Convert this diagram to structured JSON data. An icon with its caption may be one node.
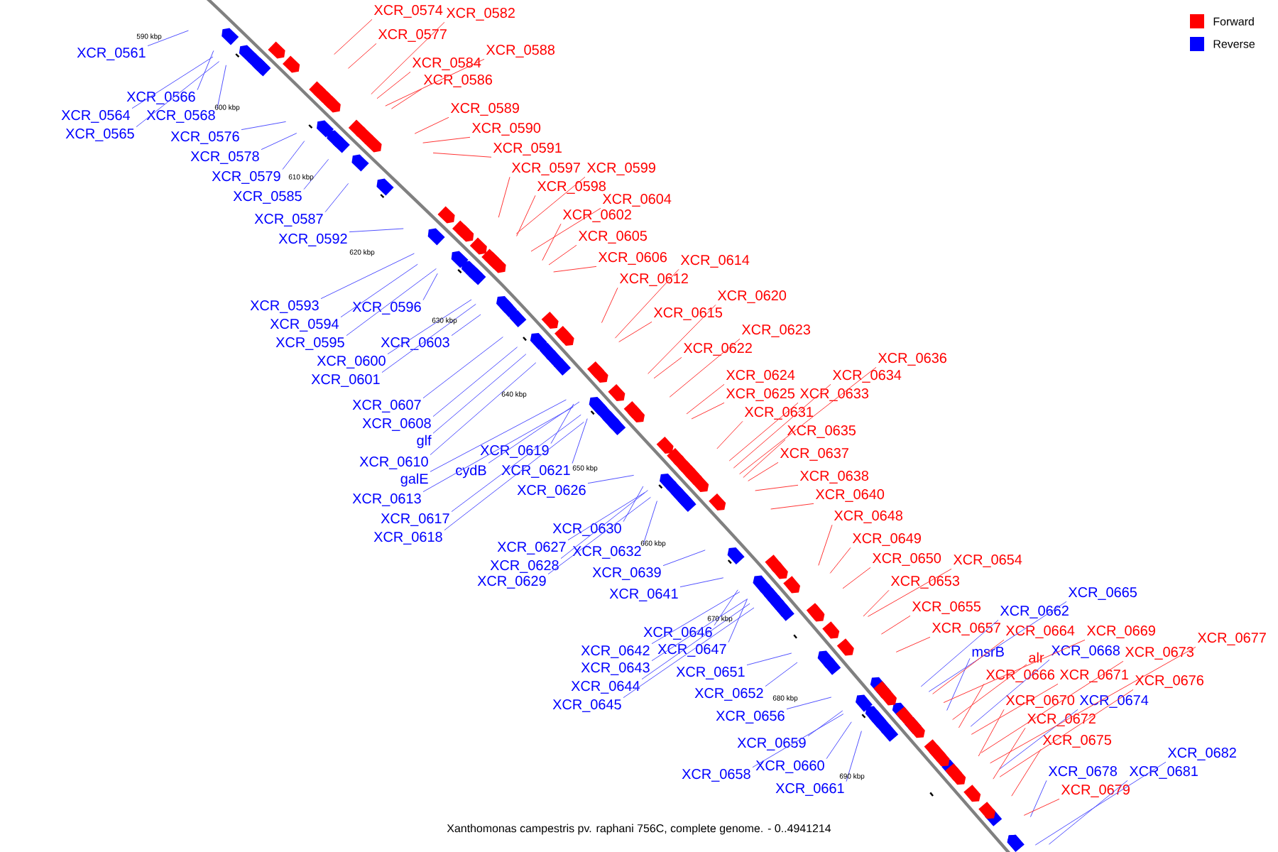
{
  "diagram": {
    "caption": "Xanthomonas campestris pv. raphani 756C, complete genome. - 0..4941214",
    "nodes": [
      {
        "text": [
          "XCR_0561"
        ]
      },
      {
        "text": [
          "XCR_0566"
        ]
      },
      {
        "text": [
          "XCR_0564"
        ]
      },
      {
        "text": [
          "XCR_0568"
        ]
      },
      {
        "text": [
          "XCR_0565"
        ]
      },
      {
        "text": [
          "XCR_0576"
        ]
      },
      {
        "text": [
          "XCR_0578"
        ]
      },
      {
        "text": [
          "XCR_0579"
        ]
      },
      {
        "text": [
          "XCR_0585"
        ]
      },
      {
        "text": [
          "XCR_0587"
        ]
      },
      {
        "text": [
          "XCR_0592"
        ]
      },
      {
        "text": [
          "XCR_0593"
        ]
      },
      {
        "text": [
          "XCR_0596"
        ]
      },
      {
        "text": [
          "XCR_0594"
        ]
      },
      {
        "text": [
          "XCR_0595"
        ]
      },
      {
        "text": [
          "XCR_0603"
        ]
      },
      {
        "text": [
          "XCR_0600"
        ]
      },
      {
        "text": [
          "XCR_0601"
        ]
      },
      {
        "text": [
          "XCR_0607"
        ]
      },
      {
        "text": [
          "XCR_0608"
        ]
      },
      {
        "text": [
          "glf"
        ]
      },
      {
        "text": [
          "XCR_0610"
        ]
      },
      {
        "text": [
          "XCR_0619"
        ]
      },
      {
        "text": [
          "cydB"
        ]
      },
      {
        "text": [
          "XCR_0621"
        ]
      },
      {
        "text": [
          "galE"
        ]
      },
      {
        "text": [
          "XCR_0613"
        ]
      },
      {
        "text": [
          "XCR_0626"
        ]
      },
      {
        "text": [
          "XCR_0617"
        ]
      },
      {
        "text": [
          "XCR_0618"
        ]
      },
      {
        "text": [
          "XCR_0630"
        ]
      },
      {
        "text": [
          "XCR_0627"
        ]
      },
      {
        "text": [
          "XCR_0632"
        ]
      },
      {
        "text": [
          "XCR_0628"
        ]
      },
      {
        "text": [
          "XCR_0639"
        ]
      },
      {
        "text": [
          "XCR_0629"
        ]
      },
      {
        "text": [
          "XCR_0641"
        ]
      },
      {
        "text": [
          "XCR_0646"
        ]
      },
      {
        "text": [
          "XCR_0642"
        ]
      },
      {
        "text": [
          "XCR_0647"
        ]
      },
      {
        "text": [
          "XCR_0643"
        ]
      },
      {
        "text": [
          "XCR_0651"
        ]
      },
      {
        "text": [
          "XCR_0644"
        ]
      },
      {
        "text": [
          "XCR_0652"
        ]
      },
      {
        "text": [
          "XCR_0645"
        ]
      },
      {
        "text": [
          "XCR_0656"
        ]
      },
      {
        "text": [
          "XCR_0659"
        ]
      },
      {
        "text": [
          "XCR_0660"
        ]
      },
      {
        "text": [
          "XCR_0658"
        ]
      },
      {
        "text": [
          "XCR_0661"
        ]
      },
      {
        "text": [
          "XCR_0665"
        ]
      },
      {
        "text": [
          "XCR_0662"
        ]
      },
      {
        "text": [
          "msrB"
        ]
      },
      {
        "text": [
          "XCR_0668"
        ]
      },
      {
        "text": [
          "XCR_0674"
        ]
      },
      {
        "text": [
          "XCR_0682"
        ]
      },
      {
        "text": [
          "XCR_0678"
        ]
      },
      {
        "text": [
          "XCR_0681"
        ]
      },
      {
        "text": [
          "XCR_0574"
        ]
      },
      {
        "text": [
          "XCR_0582"
        ]
      },
      {
        "text": [
          "XCR_0577"
        ]
      },
      {
        "text": [
          "XCR_0588"
        ]
      },
      {
        "text": [
          "XCR_0584"
        ]
      },
      {
        "text": [
          "XCR_0586"
        ]
      },
      {
        "text": [
          "XCR_0589"
        ]
      },
      {
        "text": [
          "XCR_0590"
        ]
      },
      {
        "text": [
          "XCR_0591"
        ]
      },
      {
        "text": [
          "XCR_0597"
        ]
      },
      {
        "text": [
          "XCR_0599"
        ]
      },
      {
        "text": [
          "XCR_0598"
        ]
      },
      {
        "text": [
          "XCR_0604"
        ]
      },
      {
        "text": [
          "XCR_0602"
        ]
      },
      {
        "text": [
          "XCR_0605"
        ]
      },
      {
        "text": [
          "XCR_0606"
        ]
      },
      {
        "text": [
          "XCR_0614"
        ]
      },
      {
        "text": [
          "XCR_0612"
        ]
      },
      {
        "text": [
          "XCR_0620"
        ]
      },
      {
        "text": [
          "XCR_0615"
        ]
      },
      {
        "text": [
          "XCR_0623"
        ]
      },
      {
        "text": [
          "XCR_0622"
        ]
      },
      {
        "text": [
          "XCR_0636"
        ]
      },
      {
        "text": [
          "XCR_0624"
        ]
      },
      {
        "text": [
          "XCR_0634"
        ]
      },
      {
        "text": [
          "XCR_0625"
        ]
      },
      {
        "text": [
          "XCR_0633"
        ]
      },
      {
        "text": [
          "XCR_0631"
        ]
      },
      {
        "text": [
          "XCR_0635"
        ]
      },
      {
        "text": [
          "XCR_0637"
        ]
      },
      {
        "text": [
          "XCR_0638"
        ]
      },
      {
        "text": [
          "XCR_0640"
        ]
      },
      {
        "text": [
          "XCR_0648"
        ]
      },
      {
        "text": [
          "XCR_0649"
        ]
      },
      {
        "text": [
          "XCR_0650"
        ]
      },
      {
        "text": [
          "XCR_0654"
        ]
      },
      {
        "text": [
          "XCR_0653"
        ]
      },
      {
        "text": [
          "XCR_0655"
        ]
      },
      {
        "text": [
          "XCR_0657"
        ]
      },
      {
        "text": [
          "XCR_0664"
        ]
      },
      {
        "text": [
          "XCR_0669"
        ]
      },
      {
        "text": [
          "XCR_0677"
        ]
      },
      {
        "text": [
          "XCR_0673"
        ]
      },
      {
        "text": [
          "alr"
        ]
      },
      {
        "text": [
          "XCR_0666"
        ]
      },
      {
        "text": [
          "XCR_0671"
        ]
      },
      {
        "text": [
          "XCR_0676"
        ]
      },
      {
        "text": [
          "XCR_0670"
        ]
      },
      {
        "text": [
          "XCR_0672"
        ]
      },
      {
        "text": [
          "XCR_0675"
        ]
      },
      {
        "text": [
          "XCR_0679"
        ]
      }
    ],
    "edges": [
      {
        "from": 0,
        "to": null,
        "arrow": "none"
      },
      {
        "from": 1,
        "to": null,
        "arrow": "none"
      },
      {
        "from": 2,
        "to": null,
        "arrow": "none"
      },
      {
        "from": 3,
        "to": null,
        "arrow": "none"
      },
      {
        "from": 4,
        "to": null,
        "arrow": "none"
      },
      {
        "from": 5,
        "to": null,
        "arrow": "none"
      },
      {
        "from": 6,
        "to": null,
        "arrow": "none"
      },
      {
        "from": 7,
        "to": null,
        "arrow": "none"
      },
      {
        "from": 8,
        "to": null,
        "arrow": "none"
      },
      {
        "from": 9,
        "to": null,
        "arrow": "none"
      },
      {
        "from": 10,
        "to": null,
        "arrow": "none"
      },
      {
        "from": 11,
        "to": null,
        "arrow": "none"
      },
      {
        "from": 12,
        "to": null,
        "arrow": "none"
      },
      {
        "from": 13,
        "to": null,
        "arrow": "none"
      },
      {
        "from": 14,
        "to": null,
        "arrow": "none"
      },
      {
        "from": 15,
        "to": null,
        "arrow": "none"
      },
      {
        "from": 16,
        "to": null,
        "arrow": "none"
      },
      {
        "from": 17,
        "to": null,
        "arrow": "none"
      },
      {
        "from": 18,
        "to": null,
        "arrow": "none"
      },
      {
        "from": 19,
        "to": null,
        "arrow": "none"
      },
      {
        "from": 20,
        "to": null,
        "arrow": "none"
      },
      {
        "from": 21,
        "to": null,
        "arrow": "none"
      },
      {
        "from": 22,
        "to": null,
        "arrow": "none"
      },
      {
        "from": 23,
        "to": null,
        "arrow": "none"
      },
      {
        "from": 24,
        "to": null,
        "arrow": "none"
      },
      {
        "from": 25,
        "to": null,
        "arrow": "none"
      },
      {
        "from": 26,
        "to": null,
        "arrow": "none"
      },
      {
        "from": 27,
        "to": null,
        "arrow": "none"
      },
      {
        "from": 28,
        "to": null,
        "arrow": "none"
      },
      {
        "from": 29,
        "to": null,
        "arrow": "none"
      },
      {
        "from": 30,
        "to": null,
        "arrow": "none"
      },
      {
        "from": 31,
        "to": null,
        "arrow": "none"
      },
      {
        "from": 32,
        "to": null,
        "arrow": "none"
      },
      {
        "from": 33,
        "to": null,
        "arrow": "none"
      },
      {
        "from": 34,
        "to": null,
        "arrow": "none"
      },
      {
        "from": 35,
        "to": null,
        "arrow": "none"
      },
      {
        "from": 36,
        "to": null,
        "arrow": "none"
      },
      {
        "from": 37,
        "to": null,
        "arrow": "none"
      },
      {
        "from": 38,
        "to": null,
        "arrow": "none"
      },
      {
        "from": 39,
        "to": null,
        "arrow": "none"
      },
      {
        "from": 40,
        "to": null,
        "arrow": "none"
      },
      {
        "from": 41,
        "to": null,
        "arrow": "none"
      },
      {
        "from": 42,
        "to": null,
        "arrow": "none"
      },
      {
        "from": 43,
        "to": null,
        "arrow": "none"
      },
      {
        "from": 44,
        "to": null,
        "arrow": "none"
      },
      {
        "from": 45,
        "to": null,
        "arrow": "none"
      },
      {
        "from": 46,
        "to": null,
        "arrow": "none"
      },
      {
        "from": 47,
        "to": null,
        "arrow": "none"
      },
      {
        "from": 48,
        "to": null,
        "arrow": "none"
      },
      {
        "from": 49,
        "to": null,
        "arrow": "none"
      },
      {
        "from": 50,
        "to": null,
        "arrow": "none"
      },
      {
        "from": 51,
        "to": null,
        "arrow": "none"
      },
      {
        "from": 52,
        "to": null,
        "arrow": "none"
      },
      {
        "from": 53,
        "to": null,
        "arrow": "none"
      },
      {
        "from": 54,
        "to": null,
        "arrow": "none"
      },
      {
        "from": 55,
        "to": null,
        "arrow": "none"
      },
      {
        "from": 56,
        "to": null,
        "arrow": "none"
      },
      {
        "from": 57,
        "to": null,
        "arrow": "none"
      },
      {
        "from": 58,
        "to": null,
        "arrow": "none",
        "color": "#ff3333"
      },
      {
        "from": 59,
        "to": null,
        "arrow": "none",
        "color": "#ff3333"
      },
      {
        "from": 60,
        "to": null,
        "arrow": "none",
        "color": "#ff3333"
      },
      {
        "from": 61,
        "to": null,
        "arrow": "none",
        "color": "#ff3333"
      },
      {
        "from": 62,
        "to": null,
        "arrow": "none",
        "color": "#ff3333"
      },
      {
        "from": 63,
        "to": null,
        "arrow": "none",
        "color": "#ff3333"
      },
      {
        "from": 64,
        "to": null,
        "arrow": "none",
        "color": "#ff3333"
      },
      {
        "from": 65,
        "to": null,
        "arrow": "none",
        "color": "#ff3333"
      },
      {
        "from": 66,
        "to": null,
        "arrow": "none",
        "color": "#ff3333"
      },
      {
        "from": 67,
        "to": null,
        "arrow": "none",
        "color": "#ff3333"
      },
      {
        "from": 68,
        "to": null,
        "arrow": "none",
        "color": "#ff3333"
      },
      {
        "from": 69,
        "to": null,
        "arrow": "none",
        "color": "#ff3333"
      },
      {
        "from": 70,
        "to": null,
        "arrow": "none",
        "color": "#ff3333"
      },
      {
        "from": 71,
        "to": null,
        "arrow": "none",
        "color": "#ff3333"
      },
      {
        "from": 72,
        "to": null,
        "arrow": "none",
        "color": "#ff3333"
      },
      {
        "from": 73,
        "to": null,
        "arrow": "none",
        "color": "#ff3333"
      },
      {
        "from": 74,
        "to": null,
        "arrow": "none",
        "color": "#ff3333"
      },
      {
        "from": 75,
        "to": null,
        "arrow": "none",
        "color": "#ff3333"
      },
      {
        "from": 76,
        "to": null,
        "arrow": "none",
        "color": "#ff3333"
      },
      {
        "from": 77,
        "to": null,
        "arrow": "none",
        "color": "#ff3333"
      },
      {
        "from": 78,
        "to": null,
        "arrow": "none",
        "color": "#ff3333"
      },
      {
        "from": 79,
        "to": null,
        "arrow": "none",
        "color": "#ff3333"
      },
      {
        "from": 80,
        "to": null,
        "arrow": "none",
        "color": "#ff3333"
      },
      {
        "from": 81,
        "to": null,
        "arrow": "none",
        "color": "#ff3333"
      },
      {
        "from": 82,
        "to": null,
        "arrow": "none",
        "color": "#ff3333"
      },
      {
        "from": 83,
        "to": null,
        "arrow": "none",
        "color": "#ff3333"
      },
      {
        "from": 84,
        "to": null,
        "arrow": "none",
        "color": "#ff3333"
      },
      {
        "from": 85,
        "to": null,
        "arrow": "none",
        "color": "#ff3333"
      },
      {
        "from": 86,
        "to": null,
        "arrow": "none",
        "color": "#ff3333"
      },
      {
        "from": 87,
        "to": null,
        "arrow": "none",
        "color": "#ff3333"
      },
      {
        "from": 88,
        "to": null,
        "arrow": "none",
        "color": "#ff3333"
      },
      {
        "from": 89,
        "to": null,
        "arrow": "none",
        "color": "#ff3333"
      },
      {
        "from": 90,
        "to": null,
        "arrow": "none",
        "color": "#ff3333"
      },
      {
        "from": 91,
        "to": null,
        "arrow": "none",
        "color": "#ff3333"
      },
      {
        "from": 92,
        "to": null,
        "arrow": "none",
        "color": "#ff3333"
      },
      {
        "from": 93,
        "to": null,
        "arrow": "none",
        "color": "#ff3333"
      },
      {
        "from": 94,
        "to": null,
        "arrow": "none",
        "color": "#ff3333"
      },
      {
        "from": 95,
        "to": null,
        "arrow": "none",
        "color": "#ff3333"
      },
      {
        "from": 96,
        "to": null,
        "arrow": "none",
        "color": "#ff3333"
      },
      {
        "from": 97,
        "to": null,
        "arrow": "none",
        "color": "#ff3333"
      },
      {
        "from": 98,
        "to": null,
        "arrow": "none",
        "color": "#ff3333"
      },
      {
        "from": 99,
        "to": null,
        "arrow": "none",
        "color": "#ff3333"
      },
      {
        "from": 100,
        "to": null,
        "arrow": "none",
        "color": "#ff3333"
      },
      {
        "from": 101,
        "to": null,
        "arrow": "none",
        "color": "#ff3333"
      },
      {
        "from": 102,
        "to": null,
        "arrow": "none",
        "color": "#ff3333"
      },
      {
        "from": 103,
        "to": null,
        "arrow": "none",
        "color": "#ff3333"
      },
      {
        "from": 104,
        "to": null,
        "arrow": "none",
        "color": "#ff3333"
      },
      {
        "from": 105,
        "to": null,
        "arrow": "none",
        "color": "#ff3333"
      },
      {
        "from": 106,
        "to": null,
        "arrow": "none",
        "color": "#ff3333"
      },
      {
        "from": 107,
        "to": null,
        "arrow": "none",
        "color": "#ff3333"
      },
      {
        "from": 108,
        "to": null,
        "arrow": "none",
        "color": "#ff3333"
      }
    ],
    "labels": [
      "590 kbp",
      "600 kbp",
      "610 kbp",
      "620 kbp",
      "630 kbp",
      "640 kbp",
      "650 kbp",
      "660 kbp",
      "670 kbp",
      "680 kbp",
      "690 kbp"
    ],
    "legend": [
      {
        "text": "Forward",
        "color": "#ff0000"
      },
      {
        "text": "Reverse",
        "color": "#0000ff"
      }
    ]
  }
}
